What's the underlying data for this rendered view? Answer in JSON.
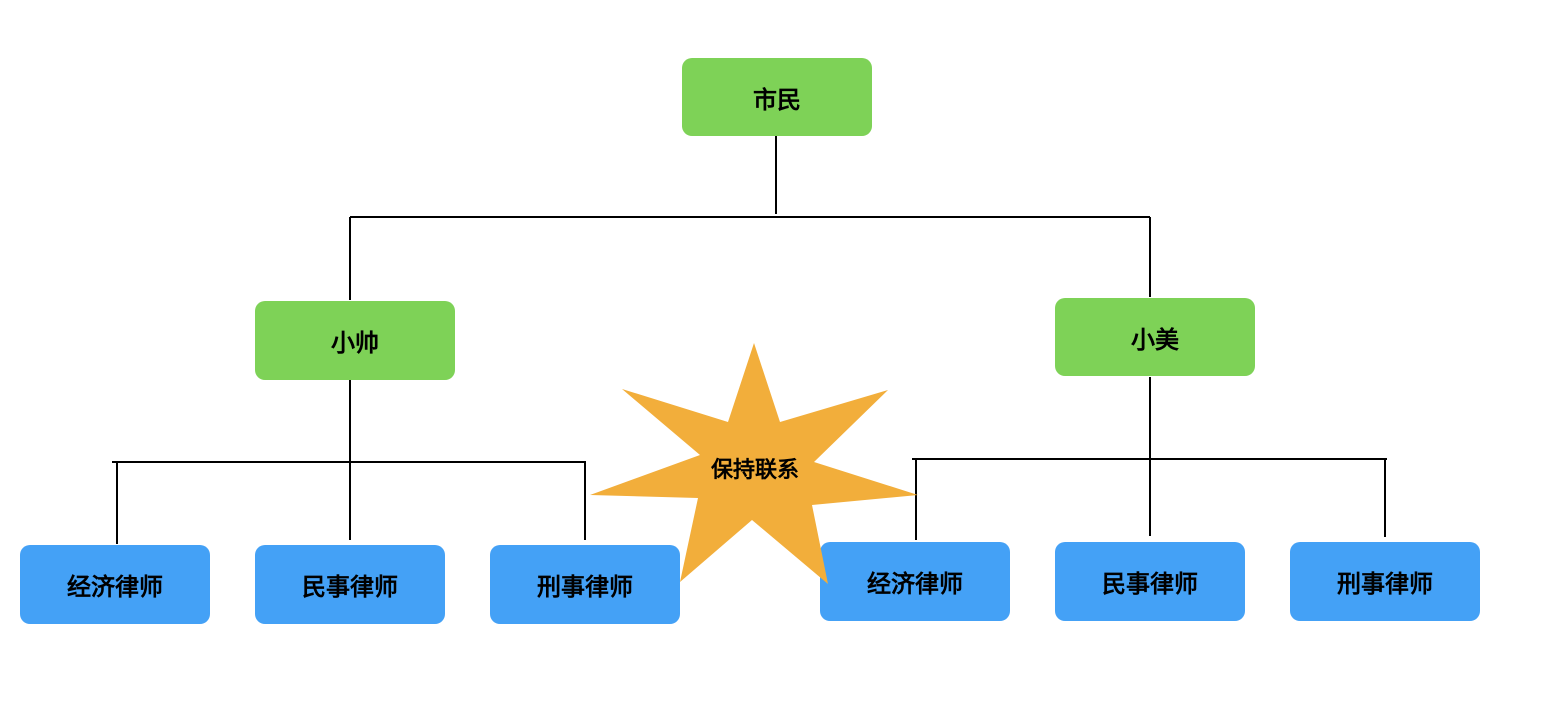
{
  "diagram": {
    "root": {
      "label": "市民"
    },
    "left_parent": {
      "label": "小帅"
    },
    "right_parent": {
      "label": "小美"
    },
    "left_children": [
      {
        "label": "经济律师"
      },
      {
        "label": "民事律师"
      },
      {
        "label": "刑事律师"
      }
    ],
    "right_children": [
      {
        "label": "经济律师"
      },
      {
        "label": "民事律师"
      },
      {
        "label": "刑事律师"
      }
    ],
    "star": {
      "label": "保持联系"
    }
  },
  "colors": {
    "parent_fill": "#7ed257",
    "child_fill": "#44a1f6",
    "star_fill": "#f2ae3b",
    "line": "#000000"
  }
}
